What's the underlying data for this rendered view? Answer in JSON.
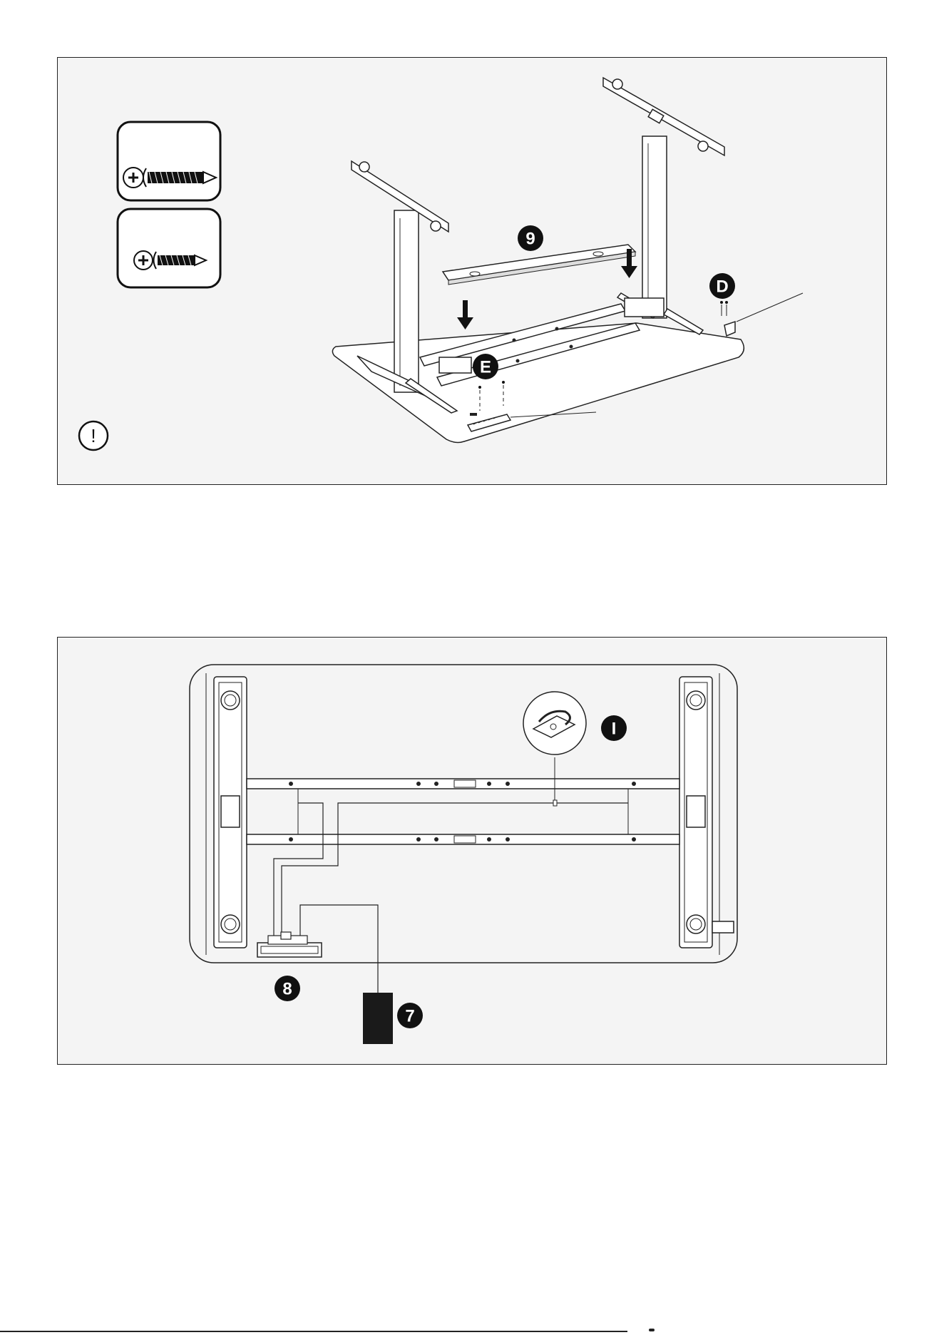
{
  "top_panel": {
    "labels": {
      "part_9": "9",
      "part_D": "D",
      "part_E": "E"
    },
    "hardware_icons": [
      "long-screw-icon",
      "short-screw-icon"
    ],
    "warning_symbol": "!"
  },
  "bottom_panel": {
    "labels": {
      "part_I": "I",
      "part_8": "8",
      "part_7": "7"
    }
  }
}
